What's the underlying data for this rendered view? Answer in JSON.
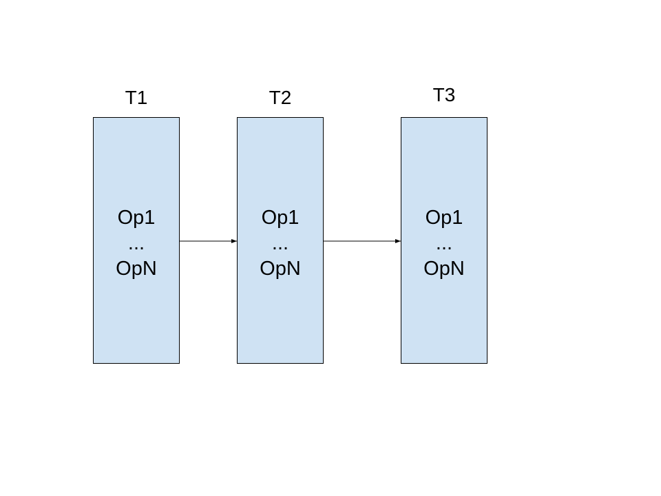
{
  "diagram": {
    "stages": [
      {
        "title": "T1",
        "op_first": "Op1",
        "op_ellipsis": "...",
        "op_last": "OpN"
      },
      {
        "title": "T2",
        "op_first": "Op1",
        "op_ellipsis": "...",
        "op_last": "OpN"
      },
      {
        "title": "T3",
        "op_first": "Op1",
        "op_ellipsis": "...",
        "op_last": "OpN"
      }
    ],
    "colors": {
      "box_fill": "#cfe2f3",
      "box_border": "#000000",
      "arrow": "#000000"
    },
    "edges": [
      {
        "from": "T1",
        "to": "T2"
      },
      {
        "from": "T2",
        "to": "T3"
      }
    ]
  }
}
